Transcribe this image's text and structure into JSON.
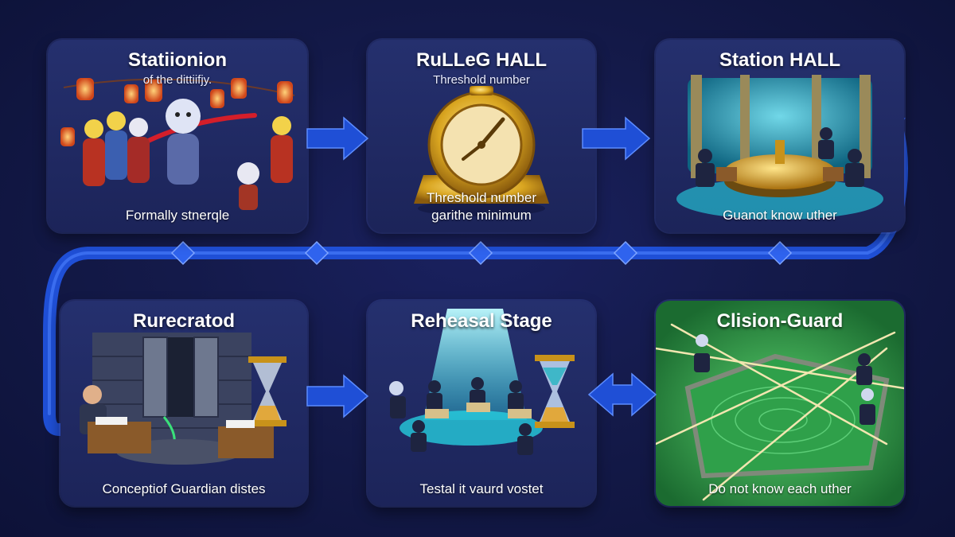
{
  "colors": {
    "background": "#141a4a",
    "panel": "#222b66",
    "flow": "#1f4fd6",
    "flow_light": "#3d74ff",
    "gold": "#d9a520",
    "teal": "#27d7e6",
    "green": "#2f9e4a"
  },
  "stages": [
    {
      "title": "Statiionion",
      "subtitle": "of the dittiifjy.",
      "caption": [
        "Formally stnerqle"
      ],
      "icon": "lantern-parade-icon"
    },
    {
      "title": "RuLLeG HALL",
      "subtitle": "Threshold number",
      "caption": [
        "Threshold number",
        "garithe minimum"
      ],
      "icon": "golden-clock-icon"
    },
    {
      "title": "Station HALL",
      "subtitle": "",
      "caption": [
        "Guanot know uther"
      ],
      "icon": "round-table-icon"
    },
    {
      "title": "Rurecratod",
      "subtitle": "",
      "caption": [
        "Conceptiof Guardian distes"
      ],
      "icon": "vault-door-icon"
    },
    {
      "title": "Reheasal Stage",
      "subtitle": "",
      "caption": [
        "Testal it vaurd vostet"
      ],
      "icon": "spotlight-stage-icon"
    },
    {
      "title": "Clision-Guard",
      "subtitle": "",
      "caption": [
        "Do not know each uther"
      ],
      "icon": "laser-pool-icon"
    }
  ]
}
